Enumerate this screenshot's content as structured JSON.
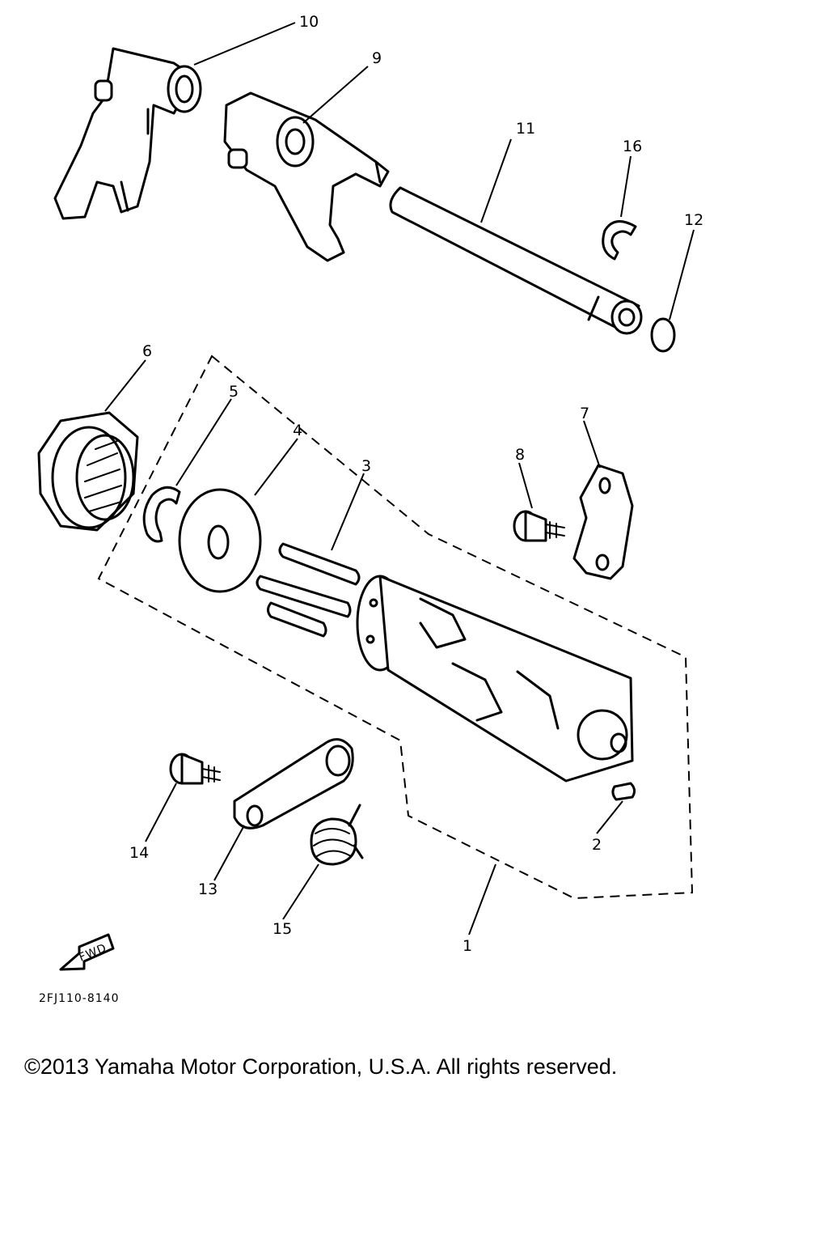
{
  "diagram": {
    "part_numbers": {
      "p1": "1",
      "p2": "2",
      "p3": "3",
      "p4": "4",
      "p5": "5",
      "p6": "6",
      "p7": "7",
      "p8": "8",
      "p9": "9",
      "p10": "10",
      "p11": "11",
      "p12": "12",
      "p13": "13",
      "p14": "14",
      "p15": "15",
      "p16": "16"
    },
    "fwd_label": "FWD",
    "diagram_code": "2FJ110-8140"
  },
  "footer": {
    "copyright": "©2013 Yamaha Motor Corporation, U.S.A. All rights reserved."
  }
}
